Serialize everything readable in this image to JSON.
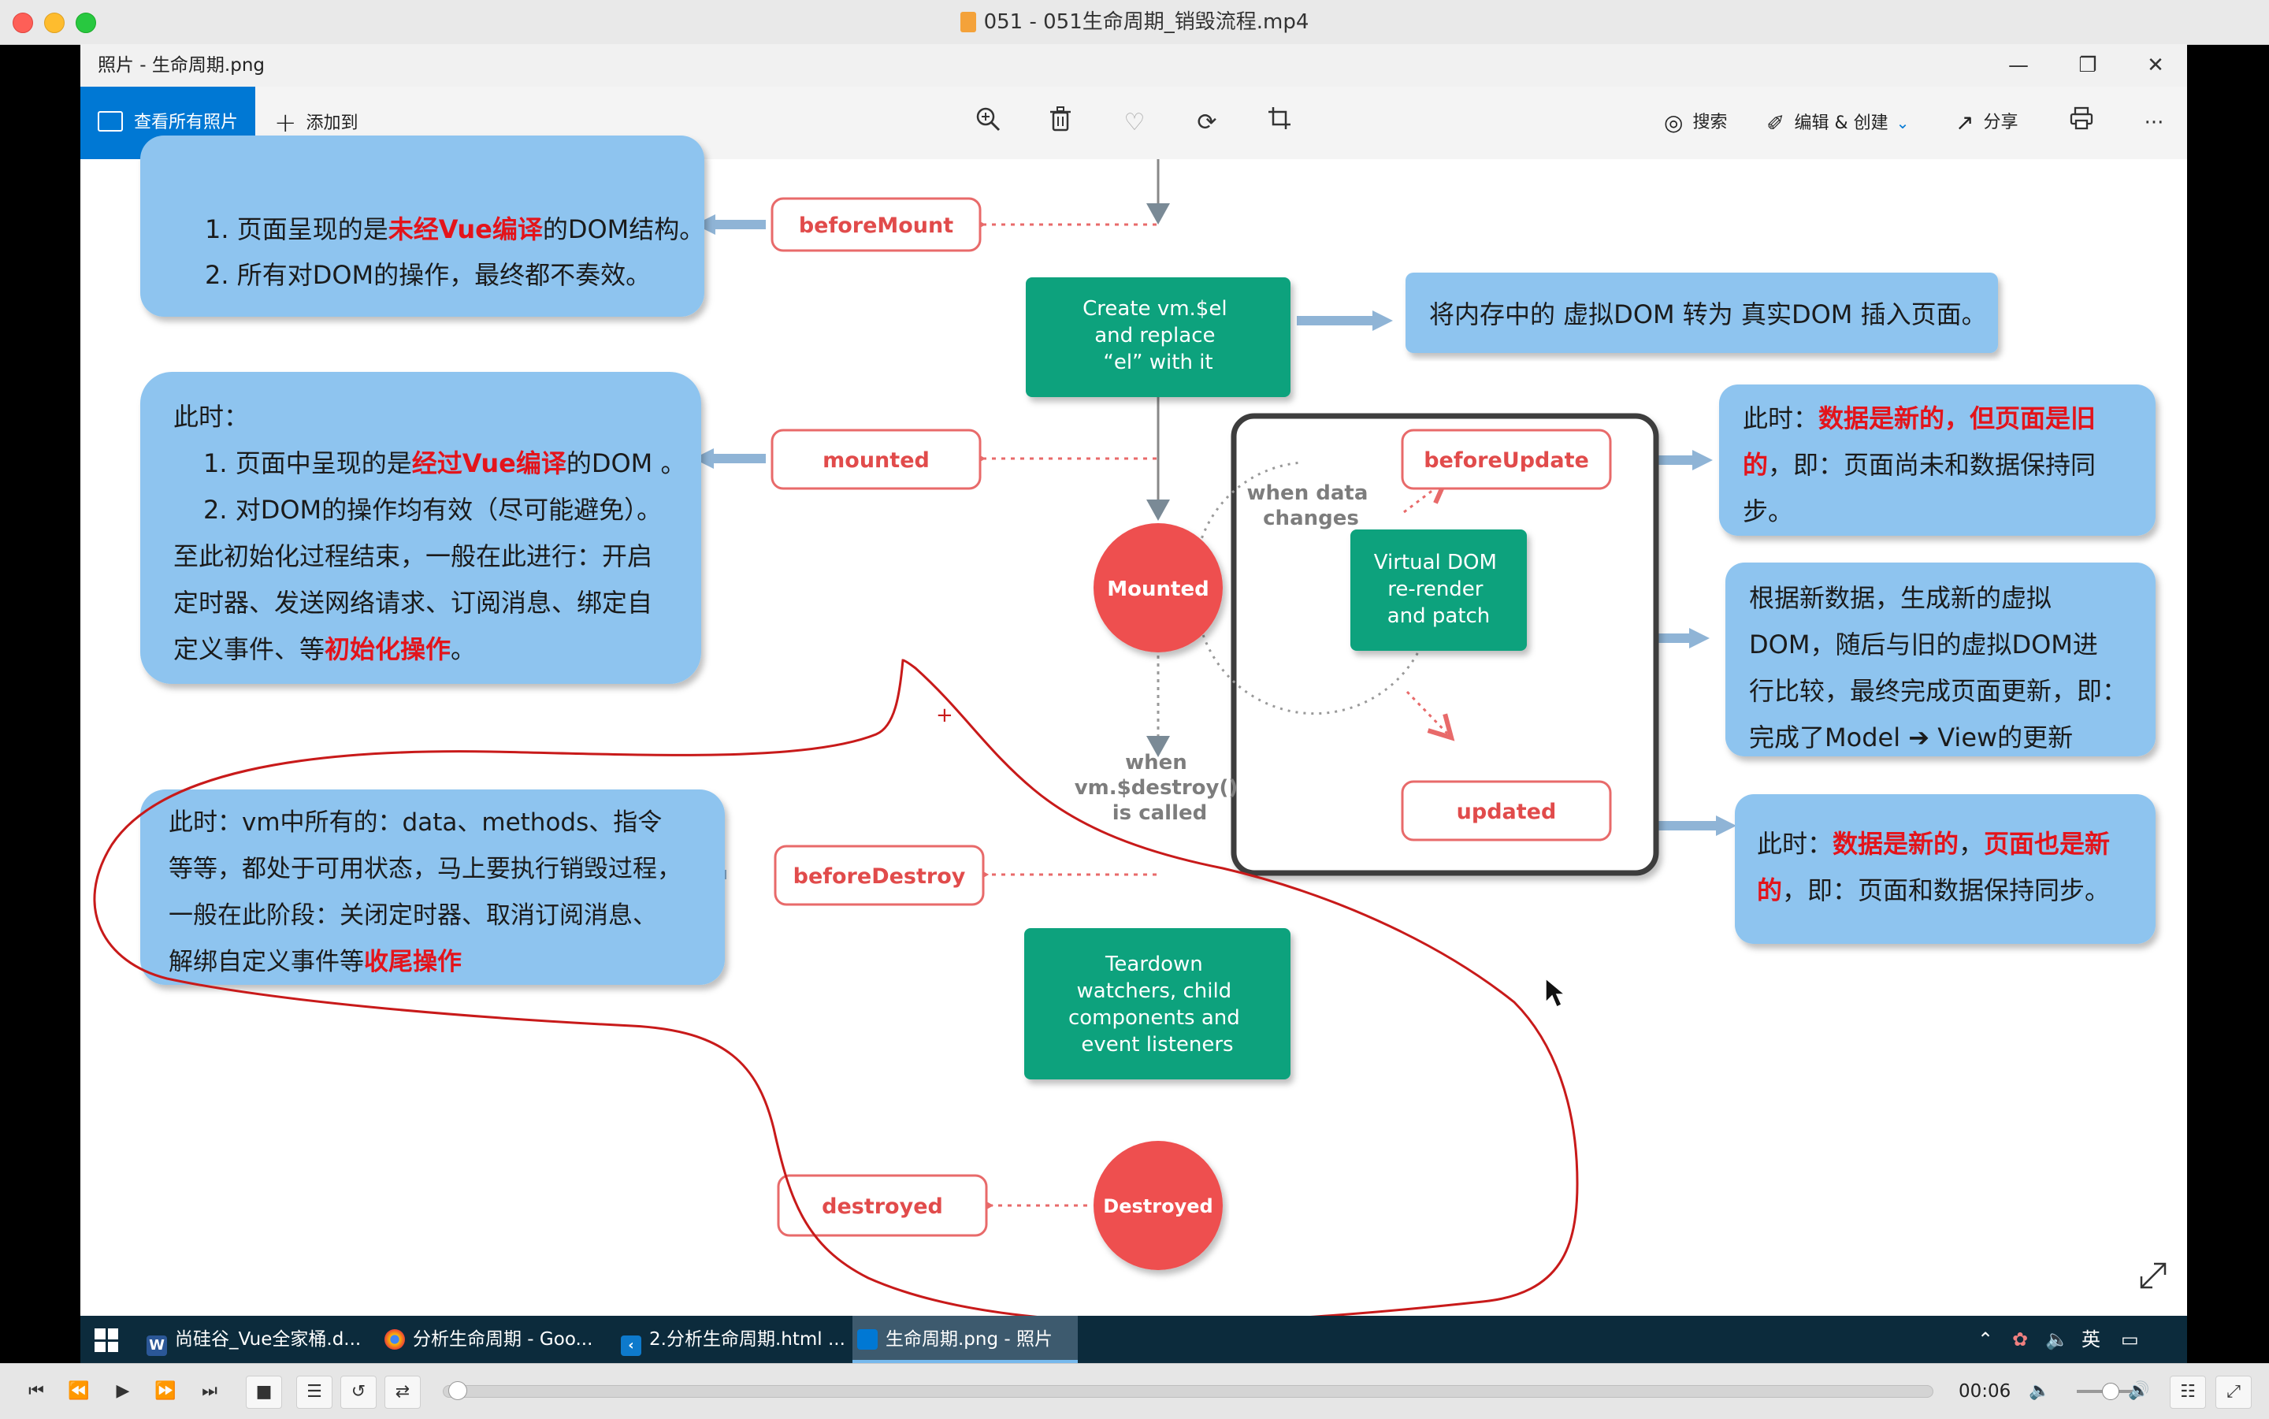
{
  "mac_window": {
    "title": "051 - 051生命周期_销毁流程.mp4"
  },
  "photos": {
    "title": "照片 - 生命周期.png",
    "view_all": "查看所有照片",
    "add_to": "添加到",
    "search": "搜索",
    "edit_create": "编辑 & 创建",
    "share": "分享",
    "more": "···"
  },
  "diagram": {
    "hooks": {
      "beforeMount": "beforeMount",
      "mounted": "mounted",
      "beforeUpdate": "beforeUpdate",
      "updated": "updated",
      "beforeDestroy": "beforeDestroy",
      "destroyed": "destroyed"
    },
    "process": {
      "create_el": [
        "Create vm.$el",
        "and replace",
        "“el” with it"
      ],
      "vdom": [
        "Virtual DOM",
        "re-render",
        "and patch"
      ],
      "teardown": [
        "Teardown",
        "watchers, child",
        "components and",
        "event listeners"
      ]
    },
    "states": {
      "mounted": "Mounted",
      "destroyed": "Destroyed"
    },
    "labels": {
      "when_data_changes": [
        "when data",
        "changes"
      ],
      "when_destroy": [
        "when",
        "vm.$destroy()",
        "is called"
      ]
    },
    "notes": {
      "before_mount": [
        [
          {
            "t": "1. 页面呈现的是"
          },
          {
            "t": "未经Vue编译",
            "red": true
          },
          {
            "t": "的DOM结构。"
          }
        ],
        [
          {
            "t": "2. 所有对DOM的操作，最终都不奏效。"
          }
        ]
      ],
      "replace_dom": [
        [
          {
            "t": "将内存中的 虚拟DOM 转为 真实DOM 插入页面。"
          }
        ]
      ],
      "mounted": [
        [
          {
            "t": "此时："
          }
        ],
        [
          {
            "t": "1. 页面中呈现的是"
          },
          {
            "t": "经过Vue编译",
            "red": true
          },
          {
            "t": "的DOM 。"
          }
        ],
        [
          {
            "t": "2. 对DOM的操作均有效（尽可能避免）。"
          }
        ],
        [
          {
            "t": "至此初始化过程结束，一般在此进行：开启"
          }
        ],
        [
          {
            "t": "定时器、发送网络请求、订阅消息、绑定自"
          }
        ],
        [
          {
            "t": "定义事件、等"
          },
          {
            "t": "初始化操作",
            "red": true
          },
          {
            "t": "。"
          }
        ]
      ],
      "before_update": [
        [
          {
            "t": "此时："
          },
          {
            "t": "数据是新的，但页面是旧",
            "red": true
          }
        ],
        [
          {
            "t": "的",
            "red": true
          },
          {
            "t": "，即：页面尚未和数据保持同"
          }
        ],
        [
          {
            "t": "步。"
          }
        ]
      ],
      "vdom_compare": [
        [
          {
            "t": "根据新数据，生成新的虚拟"
          }
        ],
        [
          {
            "t": "DOM，随后与旧的虚拟DOM进"
          }
        ],
        [
          {
            "t": "行比较，最终完成页面更新，即："
          }
        ],
        [
          {
            "t": "完成了Model ➔ View的更新"
          }
        ]
      ],
      "updated": [
        [
          {
            "t": "此时："
          },
          {
            "t": "数据是新的",
            "red": true
          },
          {
            "t": "，"
          },
          {
            "t": "页面也是新",
            "red": true
          }
        ],
        [
          {
            "t": "的",
            "red": true
          },
          {
            "t": "，即：页面和数据保持同步。"
          }
        ]
      ],
      "before_destroy": [
        [
          {
            "t": "此时：vm中所有的：data、methods、指令"
          }
        ],
        [
          {
            "t": "等等，都处于可用状态，马上要执行销毁过程，"
          }
        ],
        [
          {
            "t": "一般在此阶段：关闭定时器、取消订阅消息、"
          }
        ],
        [
          {
            "t": "解绑自定义事件等"
          },
          {
            "t": "收尾操作",
            "red": true
          }
        ]
      ]
    }
  },
  "taskbar": {
    "items": [
      "尚硅谷_Vue全家桶.d...",
      "分析生命周期 - Goo...",
      "2.分析生命周期.html ...",
      "生命周期.png - 照片"
    ],
    "ime": "英"
  },
  "player": {
    "time": "00:06",
    "progress": 0.0
  },
  "colors": {
    "note_blue": "#8ec4ef",
    "process_green": "#0fa27d",
    "state_red": "#ee4f50",
    "hook_red": "#e85555",
    "annotation_red": "#c81a1a",
    "accent": "#0078d4"
  }
}
